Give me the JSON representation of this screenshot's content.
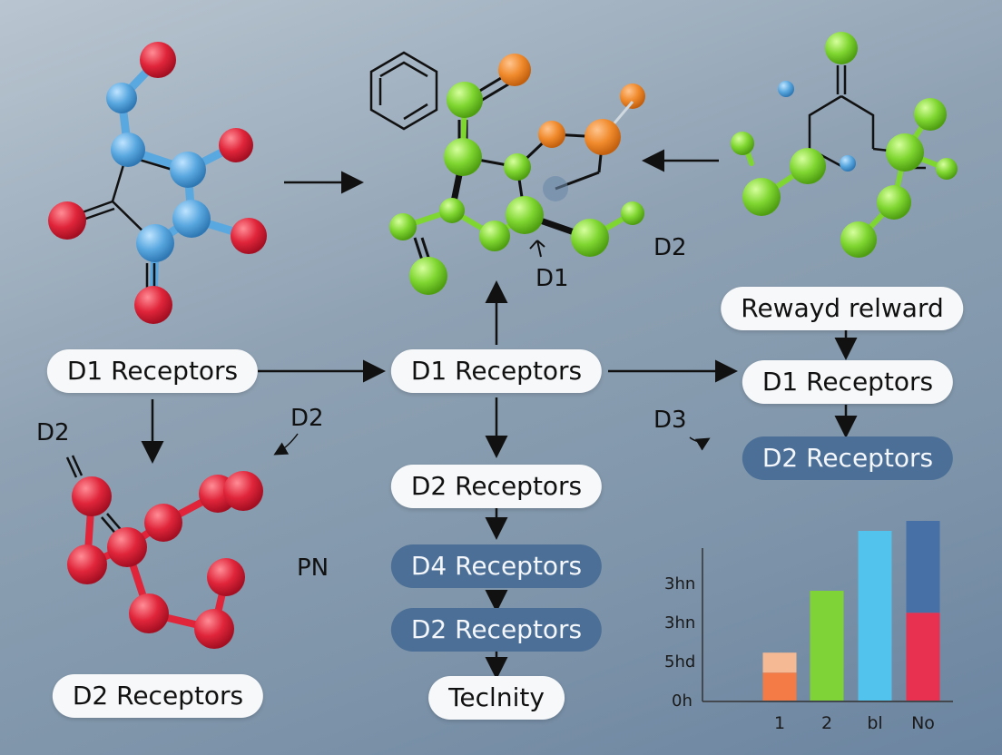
{
  "pills": {
    "left_d1": "D1 Receptors",
    "left_d2": "D2 Receptors",
    "center_d1": "D1 Receptors",
    "center_d2": "D2 Receptors",
    "center_d4": "D4 Receptors",
    "center_d2b": "D2 Receptors",
    "center_bottom": "Teclnity",
    "right_reward": "Rewayd relward",
    "right_d1": "D1 Receptors",
    "right_d2": "D2 Receptors"
  },
  "labels": {
    "d2_top_right": "D2",
    "d1_center": "D1",
    "d2_left": "D2",
    "d2_left_mid": "D2",
    "d3_right": "D3",
    "pn": "PN"
  },
  "colors": {
    "red_atom": "#e0253a",
    "blue_atom": "#5aa8e0",
    "green_atom": "#7fd630",
    "orange_atom": "#f08a2c",
    "pill_dark": "#4b6f96"
  },
  "chart_data": {
    "type": "bar",
    "categories": [
      "1",
      "2",
      "bl",
      "No"
    ],
    "y_tick_labels": [
      "3hn",
      "3hn",
      "5hd",
      "0h"
    ],
    "bars": [
      {
        "category": "1",
        "segments": [
          {
            "color": "#f47b45",
            "value": 0.28
          },
          {
            "color": "#f5b994",
            "value": 0.2
          }
        ]
      },
      {
        "category": "2",
        "segments": [
          {
            "color": "#7fd336",
            "value": 1.1
          }
        ]
      },
      {
        "category": "bl",
        "segments": [
          {
            "color": "#52c3ec",
            "value": 1.7
          }
        ]
      },
      {
        "category": "No",
        "segments": [
          {
            "color": "#e83150",
            "value": 0.88
          },
          {
            "color": "#4670a6",
            "value": 0.92
          }
        ]
      }
    ],
    "grid": false
  }
}
